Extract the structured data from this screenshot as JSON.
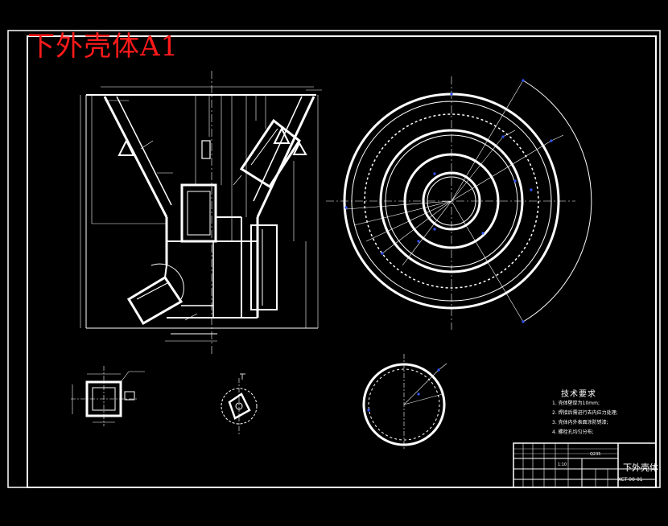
{
  "drawing": {
    "watermark_title": "下外壳体A1",
    "colors": {
      "background": "#000000",
      "lines": "#ffffff",
      "points": "#3355ff",
      "title": "#ff1a1a"
    }
  },
  "technical_requirements": {
    "title": "技术要求",
    "items": [
      "1. 壳体壁厚为10mm;",
      "2. 焊接后需进行去内应力处理;",
      "3. 壳体内外表面涂防锈漆;",
      "4. 螺栓孔均匀分布;"
    ]
  },
  "title_block": {
    "part_name": "下外壳体",
    "drawing_code": "XCT-00-01",
    "material": "Q235",
    "scale": "1:10"
  }
}
